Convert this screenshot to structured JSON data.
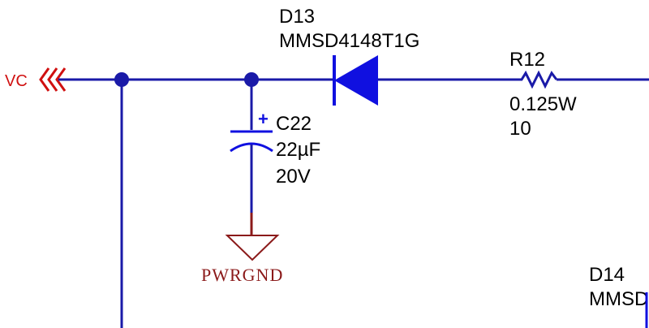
{
  "colors": {
    "wire": "#1a1aa8",
    "component": "#1010e0",
    "net_port": "#d01010",
    "ground": "#8b1a1a",
    "text": "#000000"
  },
  "net_port": {
    "label": "VC"
  },
  "d13": {
    "designator": "D13",
    "part": "MMSD4148T1G"
  },
  "r12": {
    "designator": "R12",
    "power": "0.125W",
    "value": "10"
  },
  "c22": {
    "polarity": "+",
    "designator": "C22",
    "value": "22µF",
    "voltage": "20V"
  },
  "ground": {
    "label": "PWRGND"
  },
  "d14": {
    "designator": "D14",
    "part": "MMSD"
  }
}
